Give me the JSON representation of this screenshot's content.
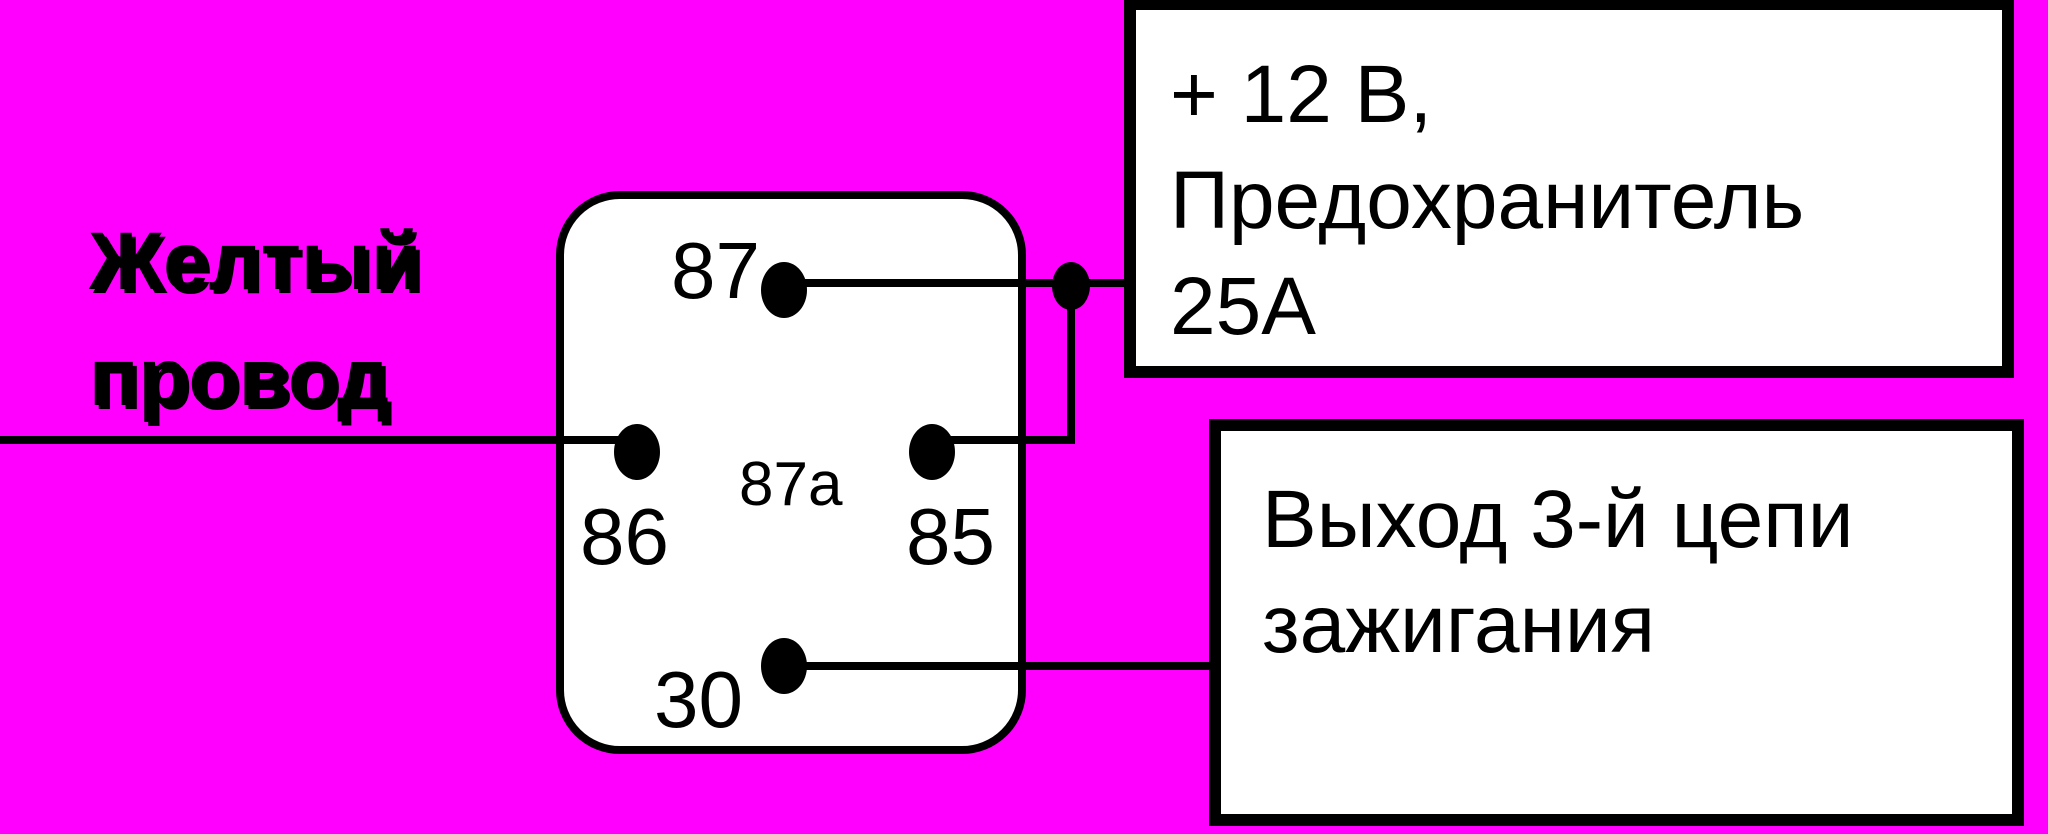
{
  "wire_label": {
    "line1": "Желтый",
    "line2": "провод"
  },
  "relay": {
    "pin_87": "87",
    "pin_87a": "87a",
    "pin_86": "86",
    "pin_85": "85",
    "pin_30": "30"
  },
  "power_box": {
    "line1": "+ 12 В,",
    "line2": "Предохранитель",
    "line3": "25А"
  },
  "output_box": {
    "line1": "Выход 3-й цепи",
    "line2": "зажигания"
  },
  "colors": {
    "background": "#ff00ff",
    "line": "#000000",
    "box_fill": "#ffffff"
  }
}
